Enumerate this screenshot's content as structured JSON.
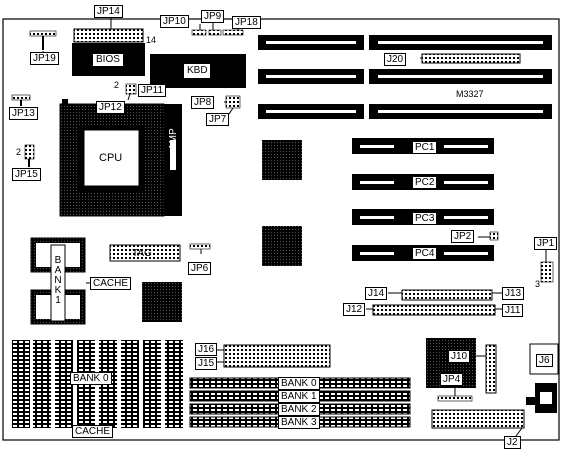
{
  "labels": {
    "jp14": "JP14",
    "jp10": "JP10",
    "jp9": "JP9",
    "jp18": "JP18",
    "jp19": "JP19",
    "jp13": "JP13",
    "jp15": "JP15",
    "jp11": "JP11",
    "jp12": "JP12",
    "jp8": "JP8",
    "jp7": "JP7",
    "jp20": "J20",
    "m3327": "M3327",
    "bios": "BIOS",
    "kbd": "KBD",
    "cpu": "CPU",
    "amp": "AMP",
    "pc1": "PC1",
    "pc2": "PC2",
    "pc3": "PC3",
    "pc4": "PC4",
    "jp2": "JP2",
    "jp1": "JP1",
    "tag": "TAG",
    "jp6": "JP6",
    "bank1_vertical": "BANK1",
    "cache_top": "CACHE",
    "j14": "J14",
    "j13": "J13",
    "j12": "J12",
    "j11": "J11",
    "j16": "J16",
    "j15": "J15",
    "bank0_cache": "BANK 0",
    "cache_bottom": "CACHE",
    "simm_bank0": "BANK 0",
    "simm_bank1": "BANK 1",
    "simm_bank2": "BANK 2",
    "simm_bank3": "BANK 3",
    "j10": "J10",
    "jp4": "JP4",
    "j6": "J6",
    "j2": "J2",
    "pin_14": "14",
    "pin_2_jp11": "2",
    "pin_2_jp15": "2",
    "pin_3_jp1": "3"
  }
}
